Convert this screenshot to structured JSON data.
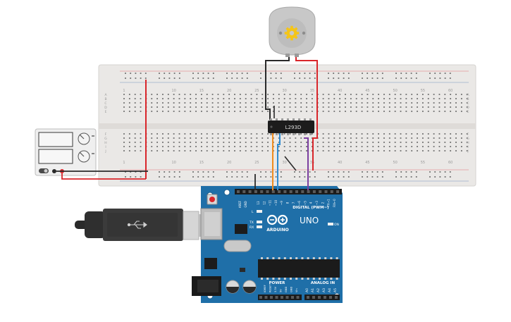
{
  "breadboard": {
    "column_numbers": [
      "1",
      "10",
      "15",
      "20",
      "25",
      "30",
      "35",
      "40",
      "45",
      "50",
      "55",
      "60"
    ],
    "row_letters_top": [
      "A",
      "B",
      "C",
      "D",
      "E"
    ],
    "row_letters_bottom": [
      "F",
      "G",
      "H",
      "I",
      "J"
    ]
  },
  "ic": {
    "label": "L293D"
  },
  "power_supply": {
    "readout_top": "",
    "readout_bottom": ""
  },
  "arduino": {
    "logo_text": "ARDUINO",
    "model": "UNO",
    "on_label": "ON",
    "digital_label": "DIGITAL (PWM~)",
    "power_label": "POWER",
    "analog_label": "ANALOG IN",
    "l_label": "L",
    "tx_label": "TX",
    "rx_label": "RX",
    "aref_label": "AREF",
    "gnd_label": "GND",
    "digital_pins": [
      "13",
      "12",
      "~11",
      "~10",
      "~9",
      "8",
      "7",
      "~6",
      "~5",
      "4",
      "~3",
      "2",
      "TX→1",
      "RX←0"
    ],
    "power_pins": [
      "IOREF",
      "RESET",
      "3.3V",
      "5V",
      "GND",
      "GND",
      "Vin"
    ],
    "analog_pins": [
      "A0",
      "A1",
      "A2",
      "A3",
      "A4",
      "A5"
    ]
  },
  "colors": {
    "board_blue": "#1f6fa8",
    "breadboard": "#eae8e6",
    "wire_red": "#d9262b",
    "wire_black": "#2a2a2a",
    "wire_orange": "#f08c1e",
    "wire_blue": "#2d8bd1",
    "wire_purple": "#7b3fa0"
  }
}
